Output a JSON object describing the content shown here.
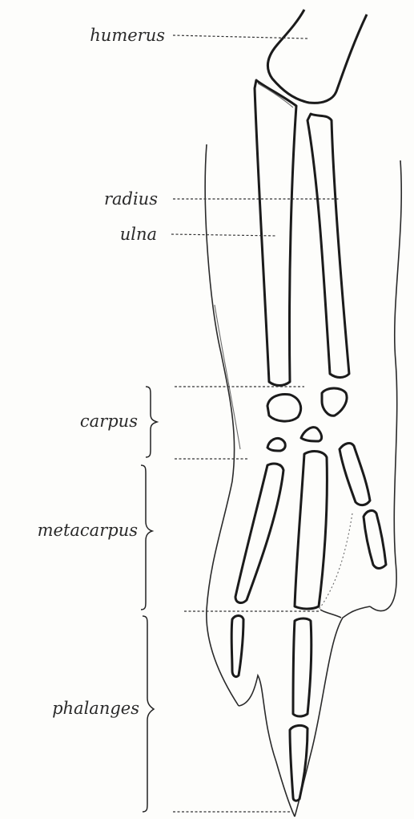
{
  "labels": {
    "humerus": "humerus",
    "radius": "radius",
    "ulna": "ulna",
    "carpus": "carpus",
    "metacarpus": "metacarpus",
    "phalanges": "phalanges"
  }
}
